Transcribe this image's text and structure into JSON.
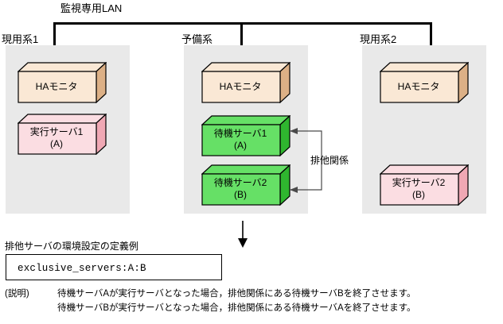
{
  "diagram": {
    "network": {
      "label": "監視専用LAN"
    },
    "systems": [
      {
        "id": "active-1",
        "label": "現用系1",
        "boxes": [
          {
            "id": "ha-monitor-1",
            "line1": "HAモニタ",
            "line2": "",
            "color": "#fae8d5",
            "kind": "ha-monitor"
          },
          {
            "id": "active-server-1",
            "line1": "実行サーバ1",
            "line2": "(A)",
            "color": "#fbdde2",
            "kind": "active-server"
          }
        ]
      },
      {
        "id": "standby",
        "label": "予備系",
        "boxes": [
          {
            "id": "ha-monitor-2",
            "line1": "HAモニタ",
            "line2": "",
            "color": "#fae8d5",
            "kind": "ha-monitor"
          },
          {
            "id": "standby-server-1",
            "line1": "待機サーバ1",
            "line2": "(A)",
            "color": "#66e066",
            "kind": "standby-server"
          },
          {
            "id": "standby-server-2",
            "line1": "待機サーバ2",
            "line2": "(B)",
            "color": "#66e066",
            "kind": "standby-server"
          }
        ]
      },
      {
        "id": "active-2",
        "label": "現用系2",
        "boxes": [
          {
            "id": "ha-monitor-3",
            "line1": "HAモニタ",
            "line2": "",
            "color": "#fae8d5",
            "kind": "ha-monitor"
          },
          {
            "id": "active-server-2",
            "line1": "実行サーバ2",
            "line2": "(B)",
            "color": "#fbdde2",
            "kind": "active-server"
          }
        ]
      }
    ],
    "exclusion": {
      "label": "排他関係"
    },
    "definition": {
      "caption": "排他サーバの環境設定の定義例",
      "code": "exclusive_servers:A:B"
    },
    "note": {
      "label": "(説明)",
      "lines": [
        "待機サーバAが実行サーバとなった場合，排他関係にある待機サーバBを終了させます。",
        "待機サーバBが実行サーバとなった場合，排他関係にある待機サーバAを終了させます。"
      ]
    },
    "colors": {
      "panel": "#e9e9e9",
      "ha_monitor_face": "#fae8d5",
      "ha_monitor_side": "#dcb086",
      "server_active_face": "#fbdde2",
      "server_active_side": "#f0a8b4",
      "server_standby_face": "#66e066",
      "server_standby_side": "#2fb62f",
      "line": "#000000"
    }
  }
}
